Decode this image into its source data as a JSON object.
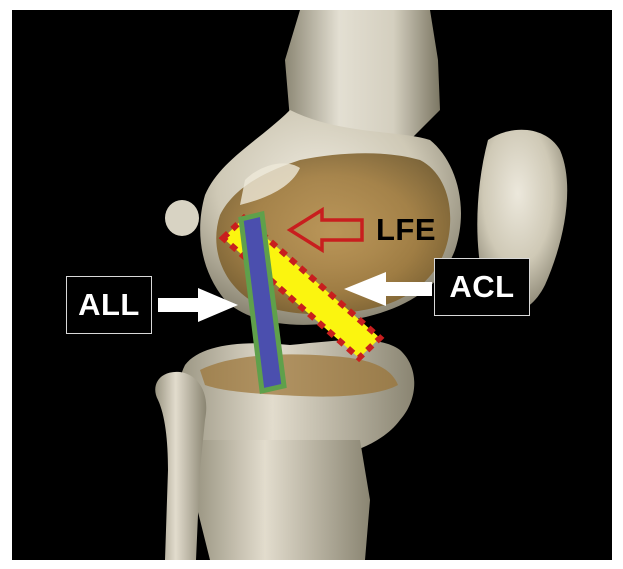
{
  "labels": {
    "all": "ALL",
    "acl": "ACL",
    "lfe": "LFE"
  },
  "colors": {
    "background": "#000000",
    "bone_light": "#d9d4c4",
    "bone_shadow": "#8f8a78",
    "cartilage_brown": "#a07a3a",
    "all_fill": "#4b4fae",
    "all_border": "#5fa04b",
    "acl_fill": "#fbf50f",
    "acl_border": "#c81e1e",
    "lfe_arrow": "#c81e1e",
    "pointer_arrow": "#ffffff"
  }
}
